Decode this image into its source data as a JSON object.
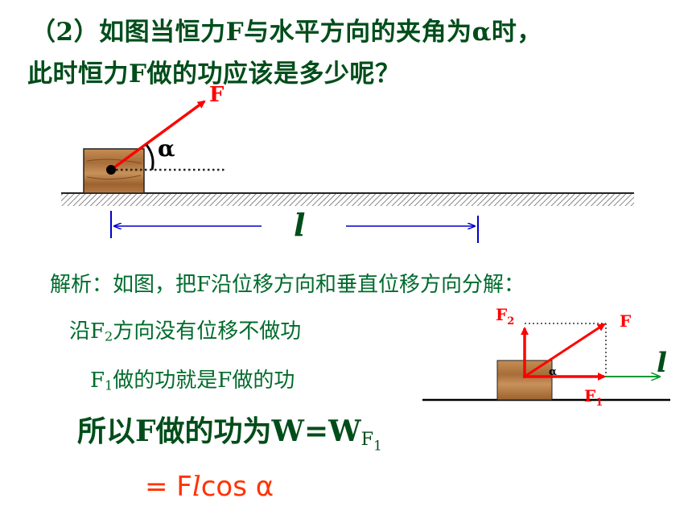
{
  "question": {
    "line1": "（2）如图当恒力F与水平方向的夹角为α时，",
    "line2": "此时恒力F做的功应该是多少呢？"
  },
  "top_diagram": {
    "force_label": "F",
    "angle_label": "α",
    "distance_label": "l"
  },
  "analysis": {
    "text": "解析：如图，把F沿位移方向和垂直位移方向分解：",
    "f2_prefix": "沿F",
    "f2_sub": "2",
    "f2_suffix": "方向没有位移不做功",
    "f1_prefix": "F",
    "f1_sub": "1",
    "f1_suffix": "做的功就是F做的功",
    "conclusion_prefix": "所以F做的功为W=W",
    "conclusion_sub": "F",
    "conclusion_subsub": "1",
    "result_eq": "= F",
    "result_l": "l",
    "result_cos": "cos α"
  },
  "small_diagram": {
    "f_label": "F",
    "f2_label": "F",
    "f2_sub": "2",
    "f1_label": "F",
    "f1_sub": "1",
    "angle_label": "α",
    "l_label": "l"
  },
  "colors": {
    "title_green": "#004d1a",
    "text_green": "#006b2c",
    "force_red": "#ff0000",
    "result_red": "#ff3300",
    "measure_blue": "#0000cc",
    "block_brown": "#b07840"
  }
}
